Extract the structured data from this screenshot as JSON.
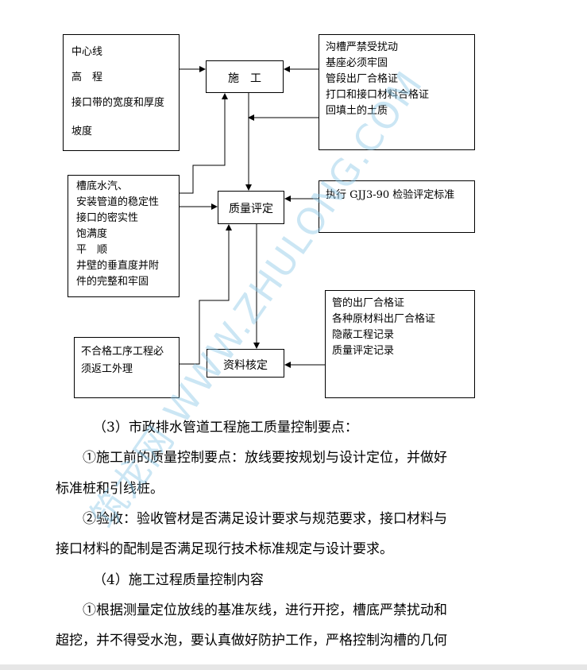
{
  "diagram": {
    "left_top_box": [
      "中心线",
      "高　程",
      "接口带的宽度和厚度",
      "坡度"
    ],
    "construction_label": "施　工",
    "right_top_box": [
      "沟槽严禁受扰动",
      "基座必须牢固",
      "管段出厂合格证",
      "打口和接口材料合格证",
      "回填土的土质"
    ],
    "left_mid_box": [
      "槽底水汽、",
      "安装管道的稳定性",
      "接口的密实性",
      "饱满度",
      "平　顺",
      "井壁的垂直度并附",
      "件的完整和牢固"
    ],
    "quality_label": "质量评定",
    "right_mid_box": "执行 GJJ3-90 检验评定标准",
    "right_bottom_box": [
      "管的出厂合格证",
      "各种原材料出厂合格证",
      "隐蔽工程记录",
      "质量评定记录"
    ],
    "left_bottom_box": [
      "不合格工序工程必",
      "须返工外理"
    ],
    "records_label": "资料核定"
  },
  "text": {
    "p1": "（3）市政排水管道工程施工质量控制要点：",
    "p2a": "①施工前的质量控制要点：放线要按规划与设计定位，并做好",
    "p2b": "标准桩和引线桩。",
    "p3a": "②验收：验收管材是否满足设计要求与规范要求，接口材料与",
    "p3b": "接口材料的配制是否满足现行技术标准规定与设计要求。",
    "p4": "（4）施工过程质量控制内容",
    "p5a": "①根据测量定位放线的基准灰线，进行开挖，槽底严禁扰动和",
    "p5b": "超挖，并不得受水泡，要认真做好防护工作，严格控制沟槽的几何"
  },
  "watermark": "筑龙网 WWW.ZHULONG.COM"
}
